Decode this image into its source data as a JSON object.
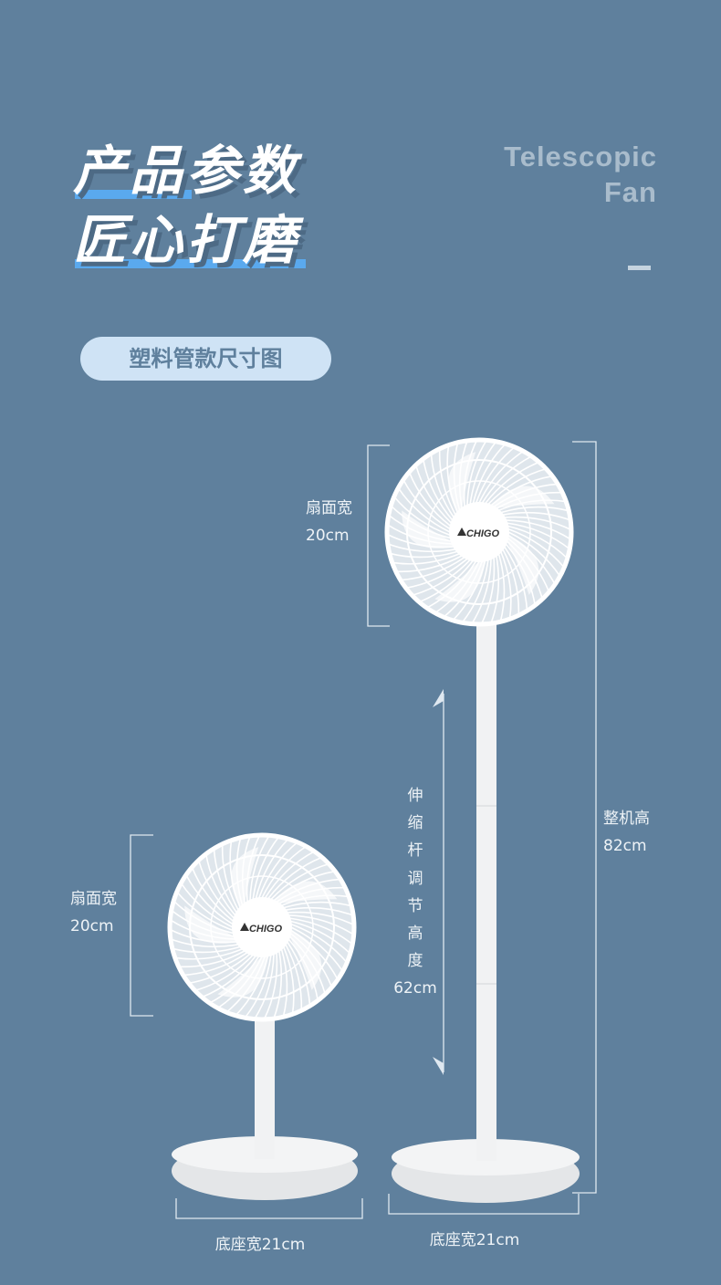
{
  "heading": {
    "line1": "产品参数",
    "line2": "匠心打磨"
  },
  "english_title": {
    "line1": "Telescopic",
    "line2": "Fan"
  },
  "section_pill": "塑料管款尺寸图",
  "brand": "CHIGO",
  "large_fan": {
    "face_width_label": "扇面宽",
    "face_width_value": "20cm",
    "total_height_label": "整机高",
    "total_height_value": "82cm",
    "pole_adjust_chars": [
      "伸",
      "缩",
      "杆",
      "调",
      "节",
      "高",
      "度"
    ],
    "pole_adjust_value": "62cm",
    "base_width": "底座宽21cm"
  },
  "small_fan": {
    "face_width_label": "扇面宽",
    "face_width_value": "20cm",
    "base_width": "底座宽21cm"
  },
  "colors": {
    "background": "#5f809d",
    "accent": "#5aa9ee",
    "pill": "#cfe3f5"
  }
}
